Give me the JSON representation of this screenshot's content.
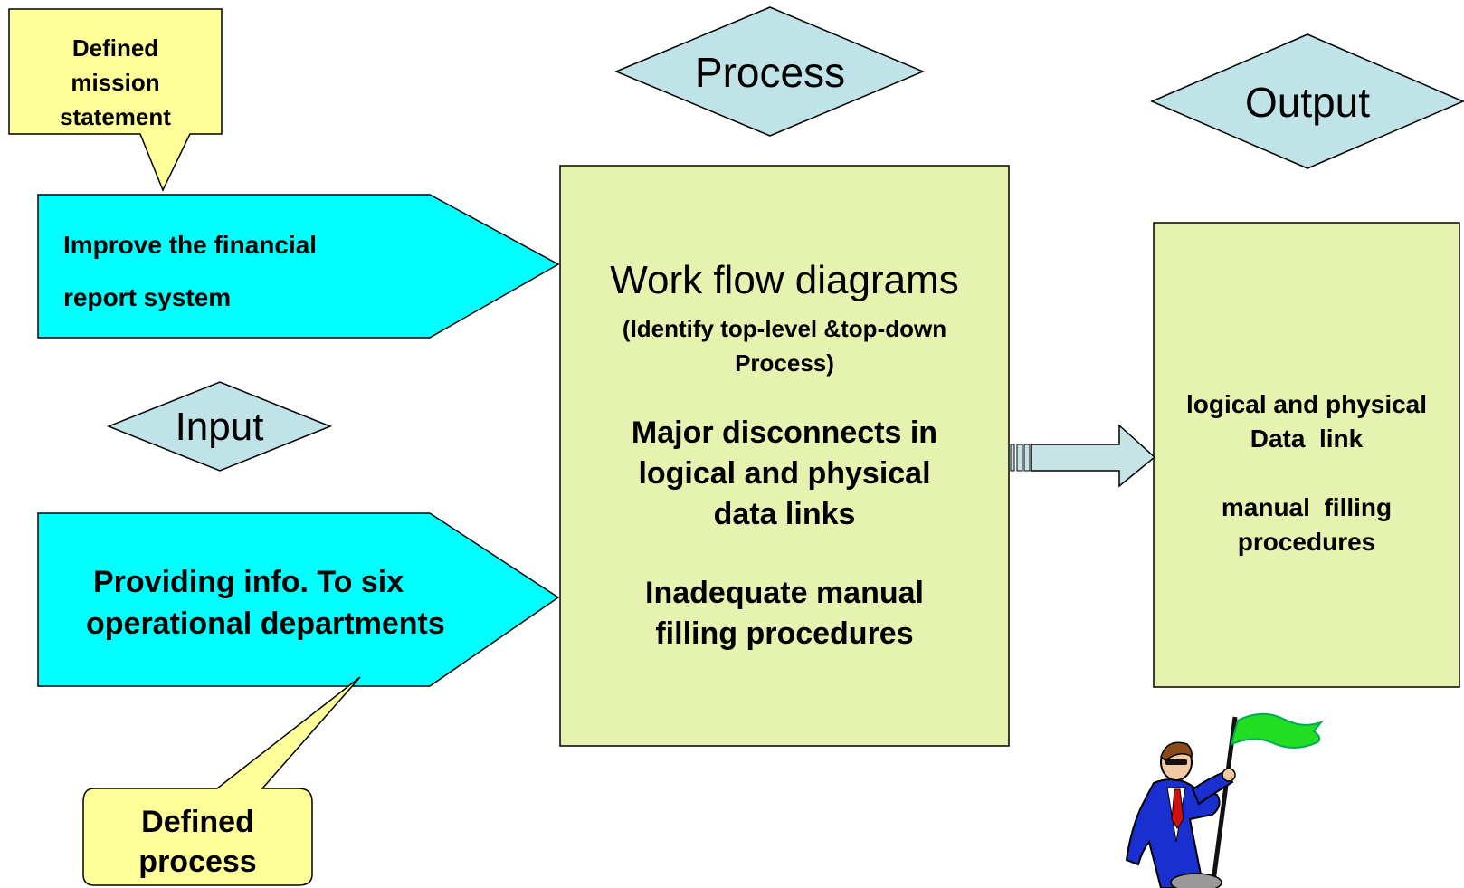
{
  "callout_mission": {
    "lines": [
      "Defined",
      "mission",
      "statement"
    ]
  },
  "input_top": {
    "lines": [
      "Improve the financial",
      "report system"
    ]
  },
  "input_bottom": {
    "lines": [
      "Providing info. To six",
      "operational departments"
    ]
  },
  "callout_process": {
    "lines": [
      "Defined",
      "process"
    ]
  },
  "labels": {
    "process": "Process",
    "input": "Input",
    "output": "Output"
  },
  "process_box": {
    "title": "Work flow diagrams",
    "subtitle_lines": [
      "(Identify top-level &top-down",
      "Process)"
    ],
    "item1_lines": [
      "Major disconnects in",
      "logical and physical",
      "data links"
    ],
    "item2_lines": [
      "Inadequate manual",
      "filling procedures"
    ]
  },
  "output_box": {
    "item1_lines": [
      "logical and physical",
      "Data  link"
    ],
    "item2_lines": [
      "manual  filling",
      "procedures"
    ]
  },
  "colors": {
    "cyan": "#00ffff",
    "diamond": "#bfe3e6",
    "box_green": "#e6f2b0",
    "callout_yellow": "#ffff99",
    "arrow": "#c6e3e6"
  },
  "icons": {
    "figure": "businessman-with-flag-icon"
  }
}
